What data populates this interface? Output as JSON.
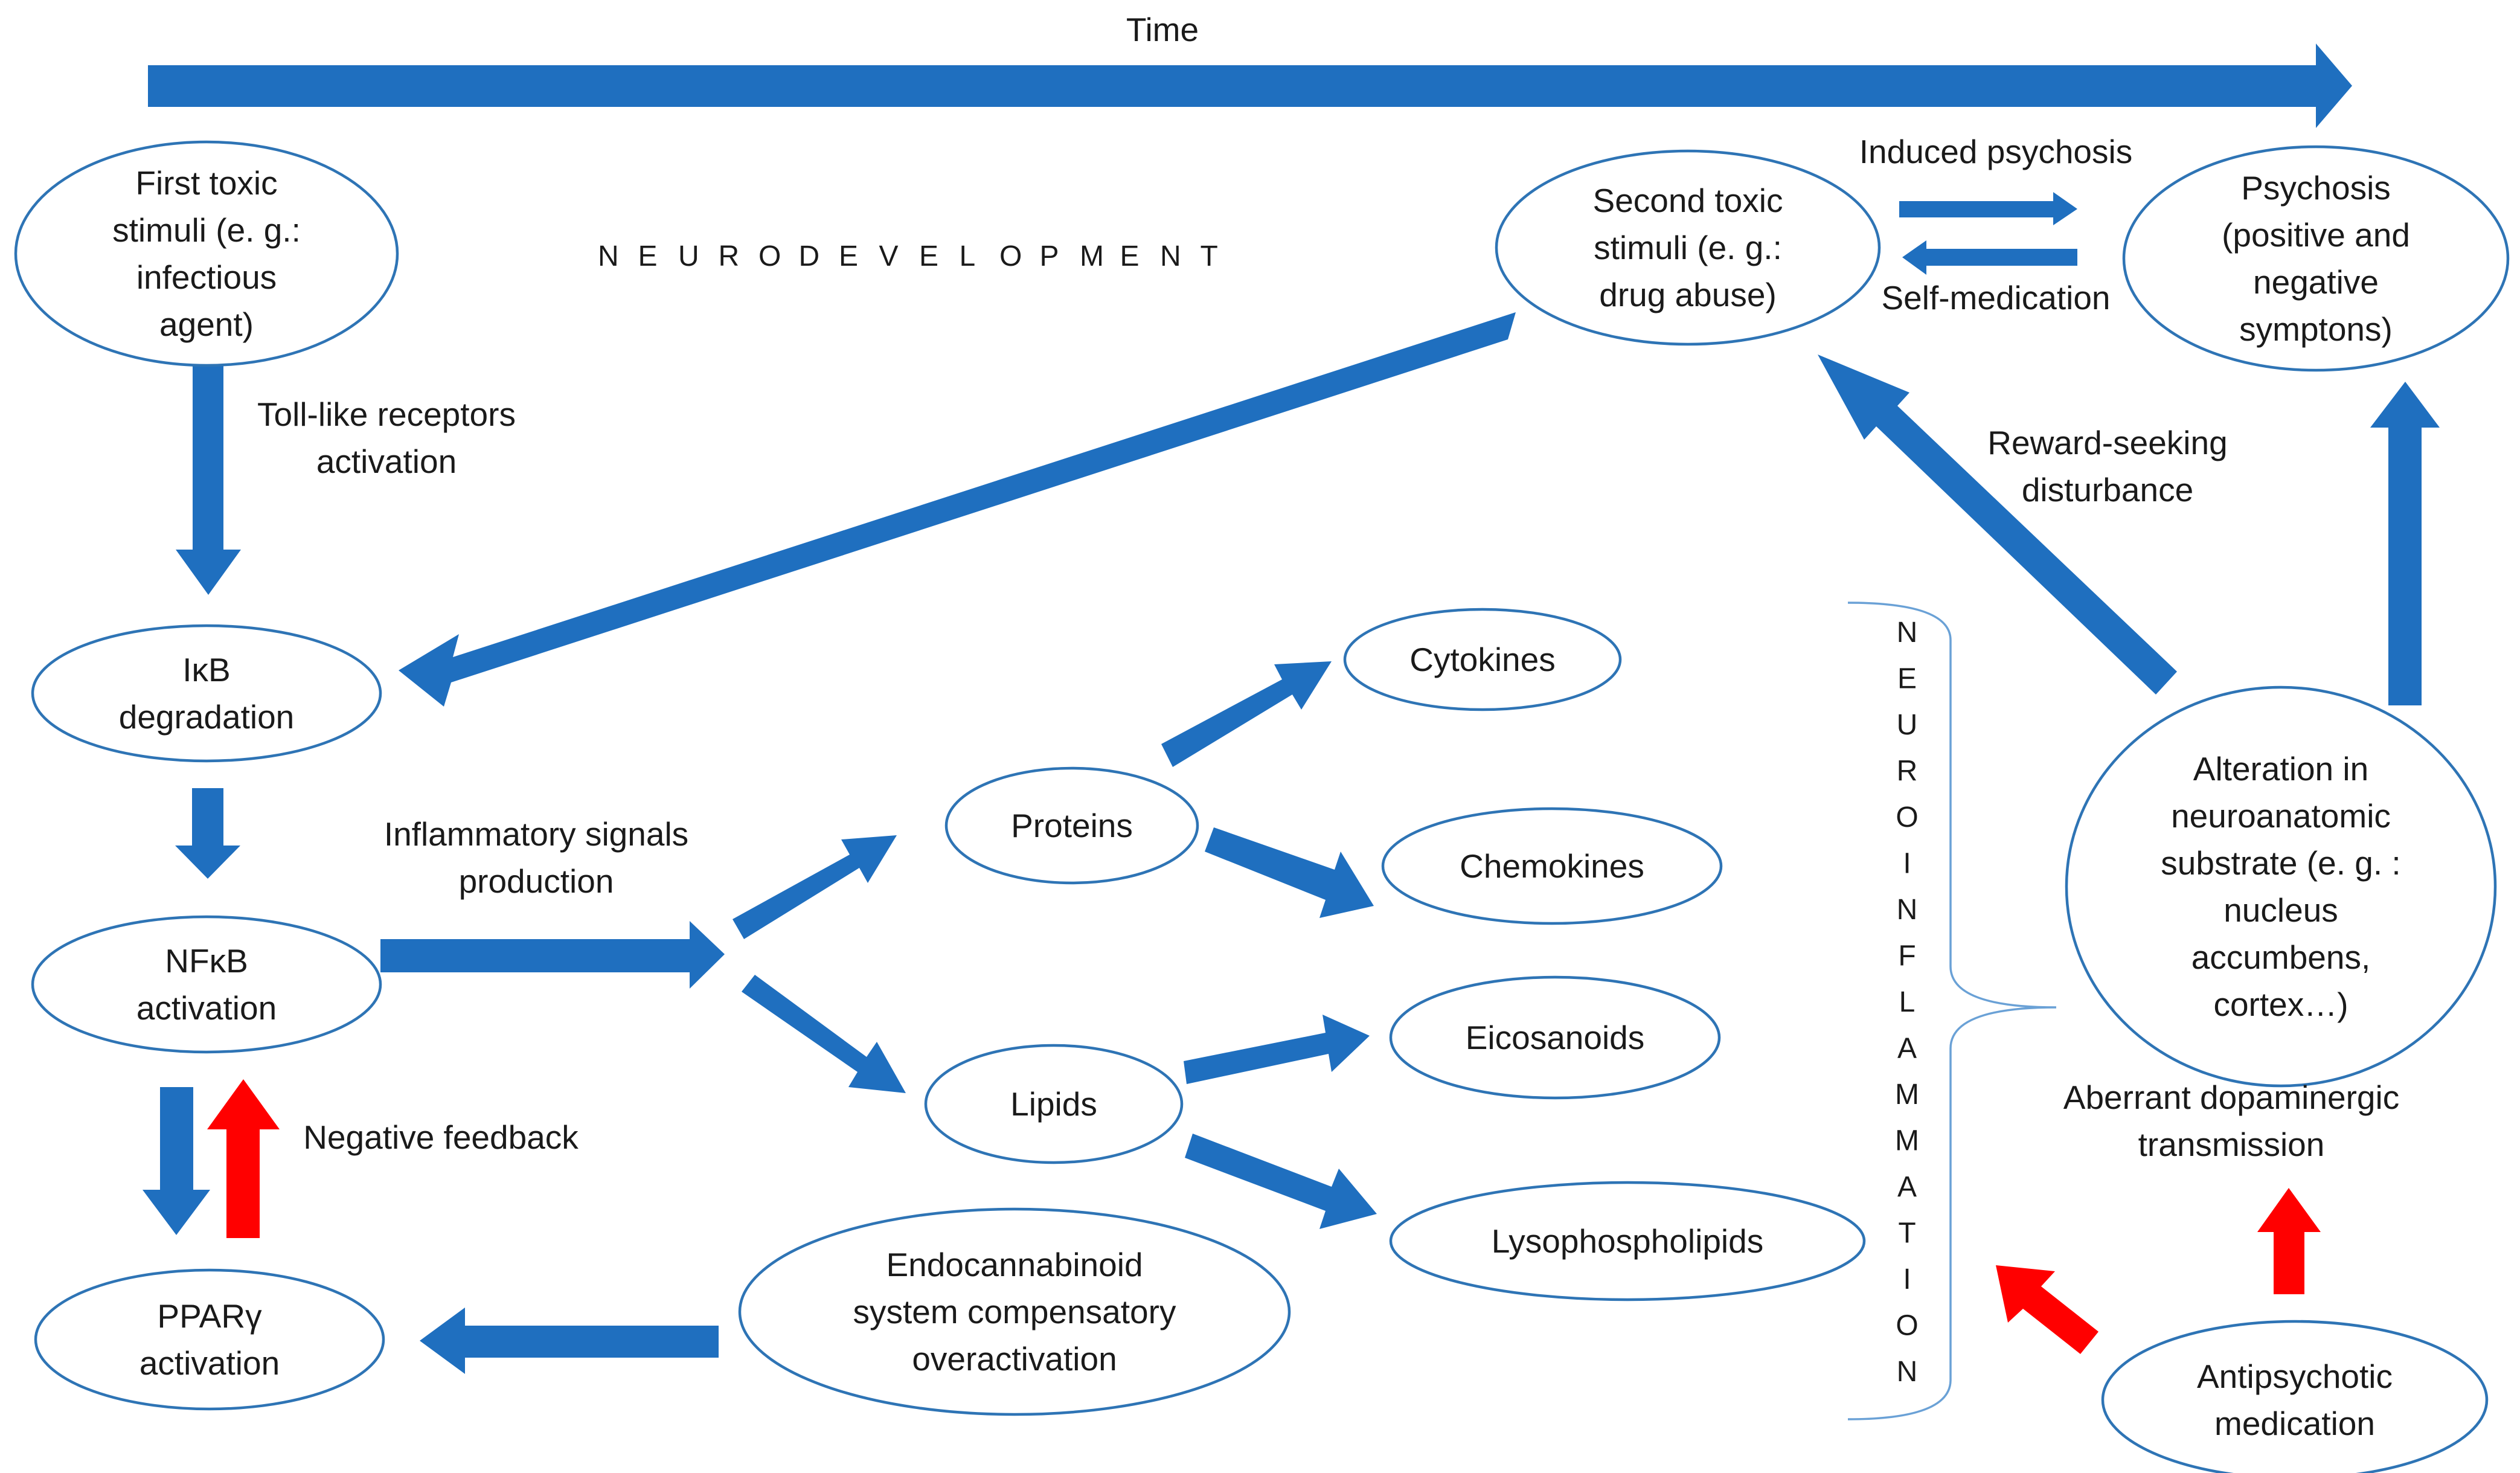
{
  "colors": {
    "arrow_main": "#1f6fbf",
    "arrow_inhibit": "#ff0000",
    "node_stroke": "#2e74b5",
    "brace": "#6aa1d6"
  },
  "headers": {
    "time": "Time",
    "neurodevelopment": "NEURODEVELOPMENT",
    "neuroinflammation": "NEUROINFLAMMATION"
  },
  "nodes": {
    "first_toxic": [
      "First toxic",
      "stimuli (e. g.:",
      "infectious",
      "agent)"
    ],
    "ikb": [
      "IκB",
      "degradation"
    ],
    "nfkb": [
      "NFκB",
      "activation"
    ],
    "ppar": [
      "PPARγ",
      "activation"
    ],
    "second_toxic": [
      "Second toxic",
      "stimuli (e. g.:",
      "drug abuse)"
    ],
    "psychosis": [
      "Psychosis",
      "(positive and",
      "negative",
      "symptons)"
    ],
    "cytokines": [
      "Cytokines"
    ],
    "proteins": [
      "Proteins"
    ],
    "chemokines": [
      "Chemokines"
    ],
    "lipids": [
      "Lipids"
    ],
    "eicosanoids": [
      "Eicosanoids"
    ],
    "lysophospholipids": [
      "Lysophospholipids"
    ],
    "endocannabinoid": [
      "Endocannabinoid",
      "system compensatory",
      "overactivation"
    ],
    "alteration": [
      "Alteration in",
      "neuroanatomic",
      "substrate (e. g. :",
      "nucleus",
      "accumbens,",
      "cortex…)"
    ],
    "antipsychotic": [
      "Antipsychotic",
      "medication"
    ]
  },
  "edge_labels": {
    "toll_like": [
      "Toll-like receptors",
      "activation"
    ],
    "inflammatory": [
      "Inflammatory signals",
      "production"
    ],
    "negative_feedback": [
      "Negative feedback"
    ],
    "induced_psychosis": [
      "Induced psychosis"
    ],
    "self_medication": [
      "Self-medication"
    ],
    "reward_seeking": [
      "Reward-seeking",
      "disturbance"
    ],
    "aberrant_dopaminergic": [
      "Aberrant dopaminergic",
      "transmission"
    ]
  }
}
